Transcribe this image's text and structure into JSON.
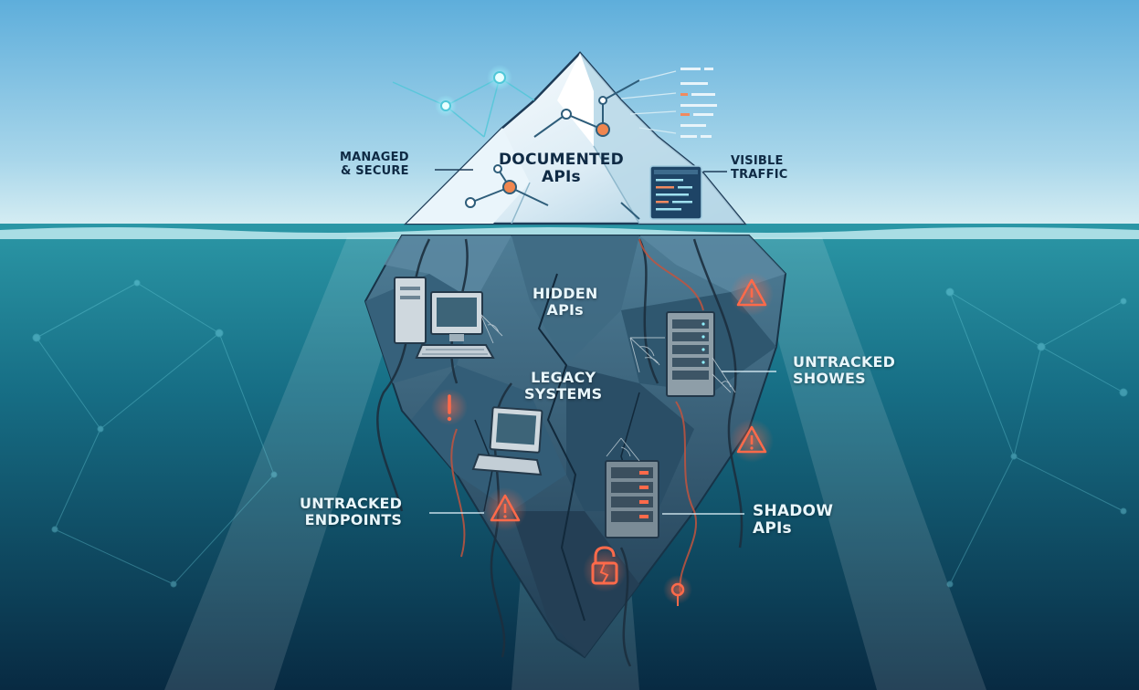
{
  "labels": {
    "documented_line1": "DOCUMENTED",
    "documented_line2": "APIs",
    "managed_line1": "MANAGED",
    "managed_line2": "& SECURE",
    "visible_line1": "VISIBLE",
    "visible_line2": "TRAFFIC",
    "hidden_line1": "HIDDEN",
    "hidden_line2": "APIs",
    "legacy_line1": "LEGACY",
    "legacy_line2": "SYSTEMS",
    "untracked_showes_line1": "UNTRACKED",
    "untracked_showes_line2": "SHOWES",
    "untracked_endpoints_line1": "UNTRACKED",
    "untracked_endpoints_line2": "ENDPOINTS",
    "shadow_line1": "SHADOW",
    "shadow_line2": "APIs"
  },
  "icons": [
    "network-node-icon",
    "code-panel-icon",
    "computer-icon",
    "keyboard-icon",
    "server-rack-icon",
    "spider-web-icon",
    "warning-icon",
    "exclamation-icon",
    "padlock-broken-icon",
    "cable-icon"
  ],
  "colors": {
    "sky_top": "#6bb6e0",
    "sky_bottom": "#cfe9f1",
    "water_top": "#2a8fa0",
    "water_bottom": "#0a2e45",
    "ice_tip": "#ffffff",
    "ice_shadow": "#9cc6dc",
    "rock_dark": "#2d4f66",
    "rock_mid": "#45708a",
    "alert": "#f0664a",
    "node_glow": "#7ff2ff"
  }
}
